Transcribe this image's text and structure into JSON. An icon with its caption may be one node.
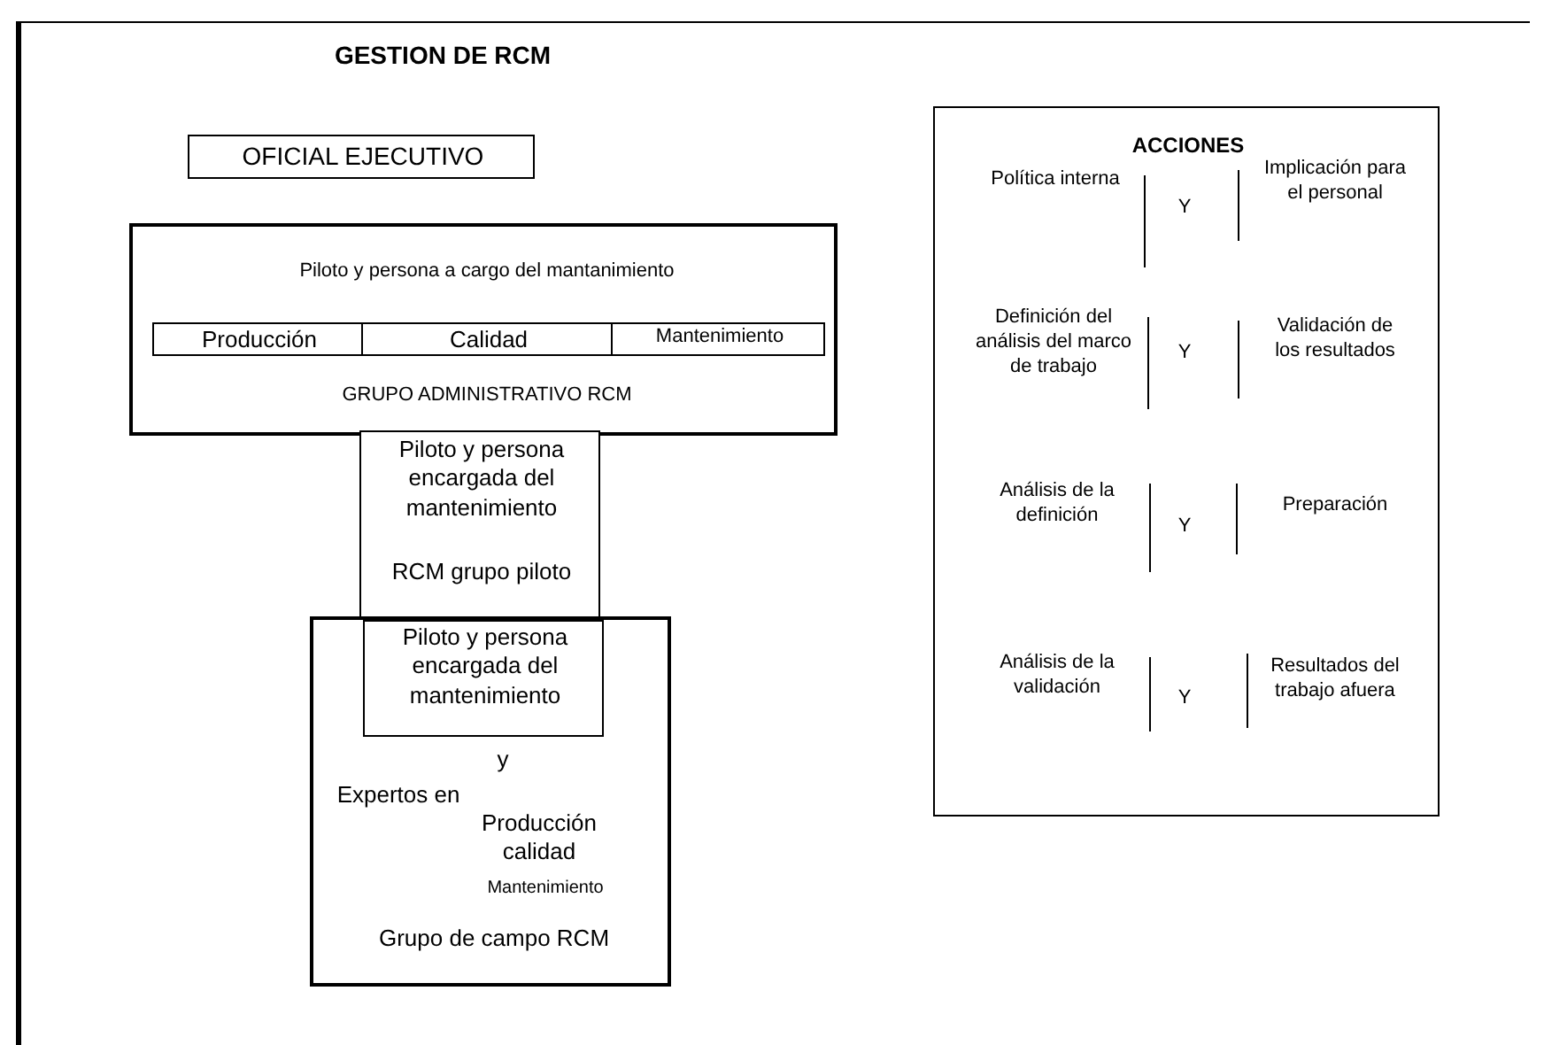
{
  "diagram": {
    "title": "GESTION DE RCM",
    "nodes": [
      {
        "text": [
          "OFICIAL EJECUTIVO"
        ]
      },
      {
        "text": [
          "Piloto y persona a cargo del mantanimiento",
          "GRUPO ADMINISTRATIVO RCM"
        ]
      },
      {
        "text": [
          "Producción"
        ],
        "in": 1
      },
      {
        "text": [
          "Calidad"
        ],
        "in": 1
      },
      {
        "text": [
          "Mantenimiento"
        ],
        "in": 1
      },
      {
        "text": [
          "Piloto y persona encargada del mantenimiento",
          "RCM grupo piloto"
        ]
      },
      {
        "text": [
          "y",
          "Expertos en",
          "Producción calidad",
          "Mantenimiento",
          "Grupo de campo RCM"
        ]
      },
      {
        "text": [
          "Piloto y persona encargada del mantenimiento"
        ],
        "in": 6
      },
      {
        "text": [
          "ACCIONES",
          "Política interna",
          "Y",
          "Implicación para el personal",
          "Definición del análisis del marco de trabajo",
          "Y",
          "Validación de los resultados",
          "Análisis de la definición",
          "Y",
          "Preparación",
          "Análisis de la validación",
          "Y",
          "Resultados del trabajo afuera"
        ]
      }
    ],
    "edges": []
  }
}
